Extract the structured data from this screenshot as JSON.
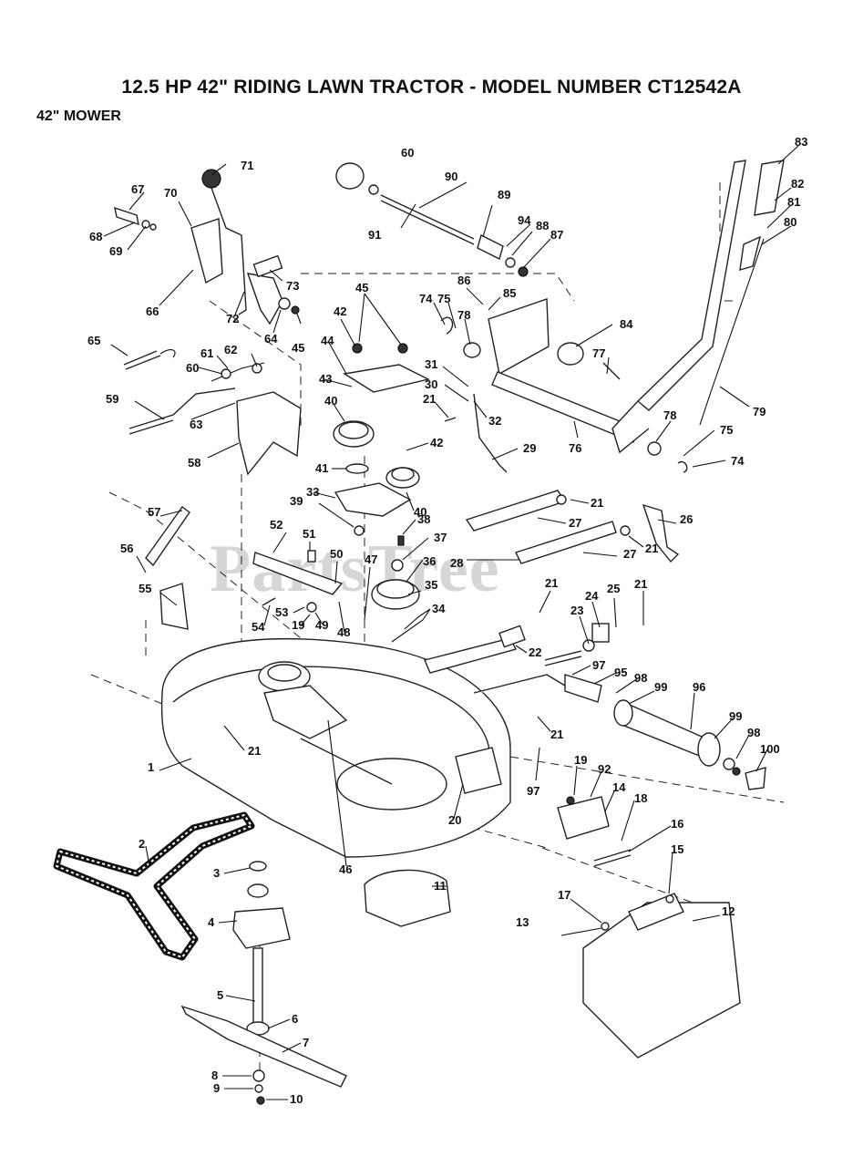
{
  "title": "12.5 HP 42\" RIDING LAWN TRACTOR - MODEL NUMBER CT12542A",
  "subtitle": "42\" MOWER",
  "watermark": "PartsTree",
  "callouts": [
    {
      "id": "c1",
      "label": "1"
    },
    {
      "id": "c2",
      "label": "2"
    },
    {
      "id": "c3",
      "label": "3"
    },
    {
      "id": "c4",
      "label": "4"
    },
    {
      "id": "c5",
      "label": "5"
    },
    {
      "id": "c6",
      "label": "6"
    },
    {
      "id": "c7",
      "label": "7"
    },
    {
      "id": "c8",
      "label": "8"
    },
    {
      "id": "c9",
      "label": "9"
    },
    {
      "id": "c10",
      "label": "10"
    },
    {
      "id": "c11",
      "label": "11"
    },
    {
      "id": "c12",
      "label": "12"
    },
    {
      "id": "c13",
      "label": "13"
    },
    {
      "id": "c14",
      "label": "14"
    },
    {
      "id": "c15",
      "label": "15"
    },
    {
      "id": "c16",
      "label": "16"
    },
    {
      "id": "c17",
      "label": "17"
    },
    {
      "id": "c18",
      "label": "18"
    },
    {
      "id": "c19a",
      "label": "19"
    },
    {
      "id": "c19b",
      "label": "19"
    },
    {
      "id": "c20",
      "label": "20"
    },
    {
      "id": "c21a",
      "label": "21"
    },
    {
      "id": "c21b",
      "label": "21"
    },
    {
      "id": "c21c",
      "label": "21"
    },
    {
      "id": "c21d",
      "label": "21"
    },
    {
      "id": "c21e",
      "label": "21"
    },
    {
      "id": "c21f",
      "label": "21"
    },
    {
      "id": "c21g",
      "label": "21"
    },
    {
      "id": "c22",
      "label": "22"
    },
    {
      "id": "c23",
      "label": "23"
    },
    {
      "id": "c24",
      "label": "24"
    },
    {
      "id": "c25",
      "label": "25"
    },
    {
      "id": "c26",
      "label": "26"
    },
    {
      "id": "c27a",
      "label": "27"
    },
    {
      "id": "c27b",
      "label": "27"
    },
    {
      "id": "c28",
      "label": "28"
    },
    {
      "id": "c29",
      "label": "29"
    },
    {
      "id": "c30",
      "label": "30"
    },
    {
      "id": "c31",
      "label": "31"
    },
    {
      "id": "c32",
      "label": "32"
    },
    {
      "id": "c33",
      "label": "33"
    },
    {
      "id": "c34",
      "label": "34"
    },
    {
      "id": "c35",
      "label": "35"
    },
    {
      "id": "c36",
      "label": "36"
    },
    {
      "id": "c37",
      "label": "37"
    },
    {
      "id": "c38",
      "label": "38"
    },
    {
      "id": "c39",
      "label": "39"
    },
    {
      "id": "c40a",
      "label": "40"
    },
    {
      "id": "c40b",
      "label": "40"
    },
    {
      "id": "c41",
      "label": "41"
    },
    {
      "id": "c42a",
      "label": "42"
    },
    {
      "id": "c42b",
      "label": "42"
    },
    {
      "id": "c43",
      "label": "43"
    },
    {
      "id": "c44",
      "label": "44"
    },
    {
      "id": "c45a",
      "label": "45"
    },
    {
      "id": "c45b",
      "label": "45"
    },
    {
      "id": "c46",
      "label": "46"
    },
    {
      "id": "c47",
      "label": "47"
    },
    {
      "id": "c48",
      "label": "48"
    },
    {
      "id": "c49",
      "label": "49"
    },
    {
      "id": "c50",
      "label": "50"
    },
    {
      "id": "c51",
      "label": "51"
    },
    {
      "id": "c52",
      "label": "52"
    },
    {
      "id": "c53",
      "label": "53"
    },
    {
      "id": "c54",
      "label": "54"
    },
    {
      "id": "c55",
      "label": "55"
    },
    {
      "id": "c56",
      "label": "56"
    },
    {
      "id": "c57",
      "label": "57"
    },
    {
      "id": "c58",
      "label": "58"
    },
    {
      "id": "c59",
      "label": "59"
    },
    {
      "id": "c60a",
      "label": "60"
    },
    {
      "id": "c60b",
      "label": "60"
    },
    {
      "id": "c61",
      "label": "61"
    },
    {
      "id": "c62",
      "label": "62"
    },
    {
      "id": "c63",
      "label": "63"
    },
    {
      "id": "c64",
      "label": "64"
    },
    {
      "id": "c65",
      "label": "65"
    },
    {
      "id": "c66",
      "label": "66"
    },
    {
      "id": "c67",
      "label": "67"
    },
    {
      "id": "c68",
      "label": "68"
    },
    {
      "id": "c69",
      "label": "69"
    },
    {
      "id": "c70",
      "label": "70"
    },
    {
      "id": "c71",
      "label": "71"
    },
    {
      "id": "c72",
      "label": "72"
    },
    {
      "id": "c73",
      "label": "73"
    },
    {
      "id": "c74a",
      "label": "74"
    },
    {
      "id": "c74b",
      "label": "74"
    },
    {
      "id": "c75a",
      "label": "75"
    },
    {
      "id": "c75b",
      "label": "75"
    },
    {
      "id": "c76",
      "label": "76"
    },
    {
      "id": "c77",
      "label": "77"
    },
    {
      "id": "c78a",
      "label": "78"
    },
    {
      "id": "c78b",
      "label": "78"
    },
    {
      "id": "c79",
      "label": "79"
    },
    {
      "id": "c80",
      "label": "80"
    },
    {
      "id": "c81",
      "label": "81"
    },
    {
      "id": "c82",
      "label": "82"
    },
    {
      "id": "c83",
      "label": "83"
    },
    {
      "id": "c84",
      "label": "84"
    },
    {
      "id": "c85",
      "label": "85"
    },
    {
      "id": "c86",
      "label": "86"
    },
    {
      "id": "c87",
      "label": "87"
    },
    {
      "id": "c88",
      "label": "88"
    },
    {
      "id": "c89",
      "label": "89"
    },
    {
      "id": "c90",
      "label": "90"
    },
    {
      "id": "c91",
      "label": "91"
    },
    {
      "id": "c92",
      "label": "92"
    },
    {
      "id": "c94",
      "label": "94"
    },
    {
      "id": "c95",
      "label": "95"
    },
    {
      "id": "c96",
      "label": "96"
    },
    {
      "id": "c97a",
      "label": "97"
    },
    {
      "id": "c97b",
      "label": "97"
    },
    {
      "id": "c98a",
      "label": "98"
    },
    {
      "id": "c98b",
      "label": "98"
    },
    {
      "id": "c99a",
      "label": "99"
    },
    {
      "id": "c99b",
      "label": "99"
    },
    {
      "id": "c100",
      "label": "100"
    }
  ]
}
